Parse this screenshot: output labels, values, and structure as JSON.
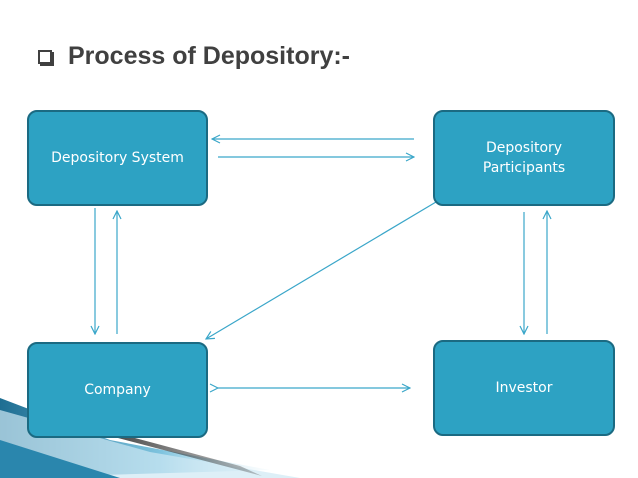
{
  "slide": {
    "title": "Process of Depository:-"
  },
  "nodes": {
    "depository_system": "Depository System",
    "depository_participants": "Depository\nParticipants",
    "company": "Company",
    "investor": "Investor"
  },
  "colors": {
    "node_fill": "#2da2c3",
    "node_border": "#1b6a82",
    "arrow": "#3aa6c9",
    "title_text": "#404040"
  }
}
